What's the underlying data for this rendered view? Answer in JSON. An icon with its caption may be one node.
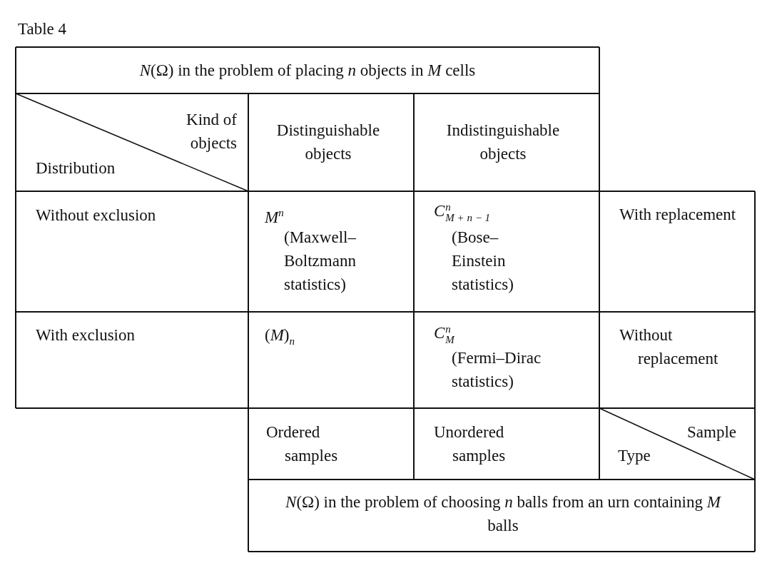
{
  "diagram": {
    "title": "Table 4",
    "labels": [
      "*N*(Ω) in the problem of placing *n* objects in *M* cells",
      "Kind of objects",
      "Distribution",
      "Distinguishable objects",
      "Indistinguishable objects",
      "Without exclusion",
      "*M*$^{n}$",
      "(Maxwell–Boltzmann statistics)",
      "*C*$^{n}$$_{M + n − 1}$",
      "(Bose–Einstein statistics)",
      "With replacement",
      "With exclusion",
      "(*M*)$_{n}$",
      "*C*$^{n}$$_{M}$",
      "(Fermi–Dirac statistics)",
      "Without replacement",
      "Ordered samples",
      "Unordered samples",
      "Sample",
      "Type",
      "*N*(Ω) in the problem of choosing *n* balls from an urn containing *M* balls"
    ]
  }
}
